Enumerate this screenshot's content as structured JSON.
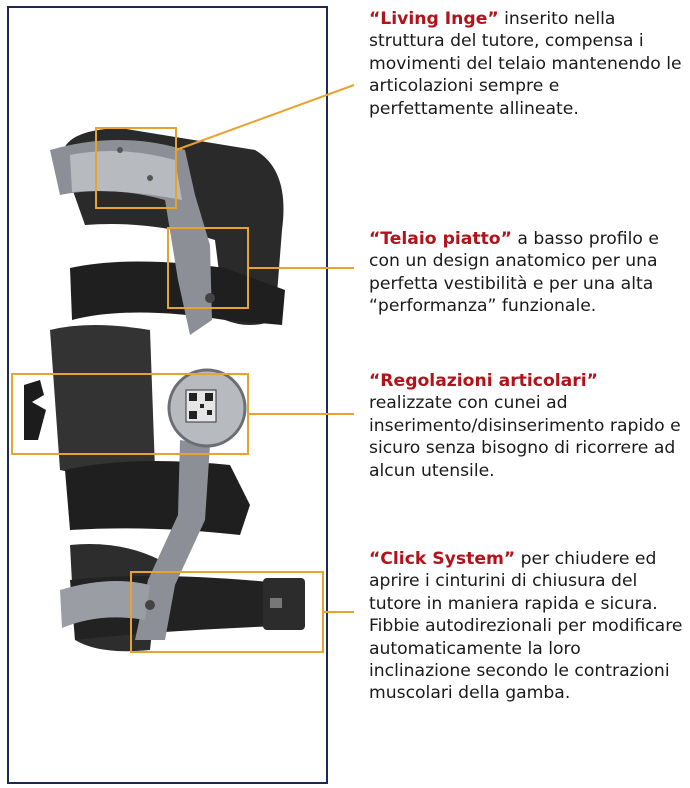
{
  "colors": {
    "frame": "#1c2a55",
    "callout_box": "#e8a32e",
    "highlight": "#b3121a",
    "text": "#1a1a1a"
  },
  "callouts": [
    {
      "title": "“Living Inge”",
      "text": " inserito nella struttura del tutore, compensa i movimenti del telaio mantenendo le articolazioni sempre e perfettamente allineate."
    },
    {
      "title": "“Telaio piatto”",
      "text": " a basso profilo e con un design anatomico per una perfetta vestibilità e per una alta “performanza” funzionale."
    },
    {
      "title": "“Regolazioni articolari”",
      "text": " realizzate con cunei ad inserimento/disinserimento rapido e sicuro senza bisogno di ricorrere ad alcun utensile."
    },
    {
      "title": "“Click System”",
      "text": " per chiudere ed aprire i cinturini di chiusura del tutore in maniera rapida e sicura. Fibbie autodirezionali per modificare automaticamente la loro inclinazione secondo le contrazioni muscolari della gamba."
    }
  ]
}
